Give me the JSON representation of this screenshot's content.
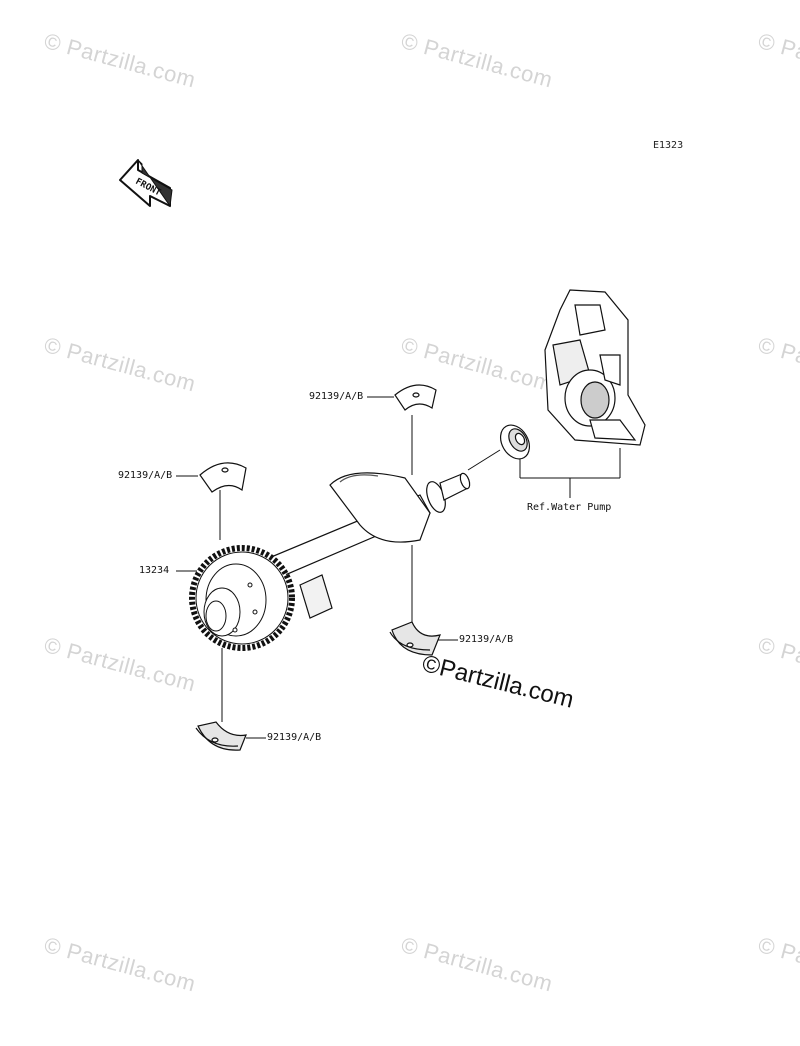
{
  "diagram": {
    "code": "E1323",
    "front_label": "FRONT",
    "ref_label": "Ref.Water Pump",
    "parts": [
      {
        "id": "92139/A/B"
      },
      {
        "id": "92139/A/B"
      },
      {
        "id": "13234"
      },
      {
        "id": "92139/A/B"
      },
      {
        "id": "92139/A/B"
      }
    ]
  },
  "watermark": {
    "text": "© Partzilla.com",
    "center_text": "©Partzilla.com"
  }
}
